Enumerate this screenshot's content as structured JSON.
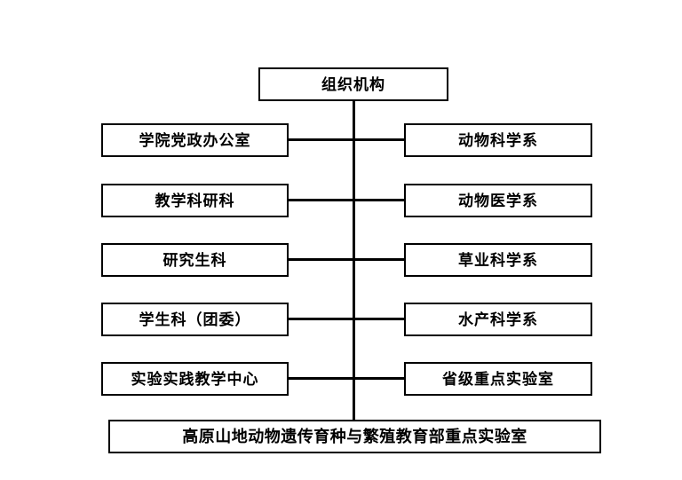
{
  "chart": {
    "type": "org-chart",
    "title_box": {
      "label": "组织机构"
    },
    "rows": [
      {
        "left": "学院党政办公室",
        "right": "动物科学系"
      },
      {
        "left": "教学科研科",
        "right": "动物医学系"
      },
      {
        "left": "研究生科",
        "right": "草业科学系"
      },
      {
        "left": "学生科（团委）",
        "right": "水产科学系"
      },
      {
        "left": "实验实践教学中心",
        "right": "省级重点实验室"
      }
    ],
    "footer_box": {
      "label": "高原山地动物遗传育种与繁殖教育部重点实验室"
    },
    "colors": {
      "background": "#ffffff",
      "border": "#000000",
      "text": "#000000",
      "connector": "#000000"
    }
  }
}
